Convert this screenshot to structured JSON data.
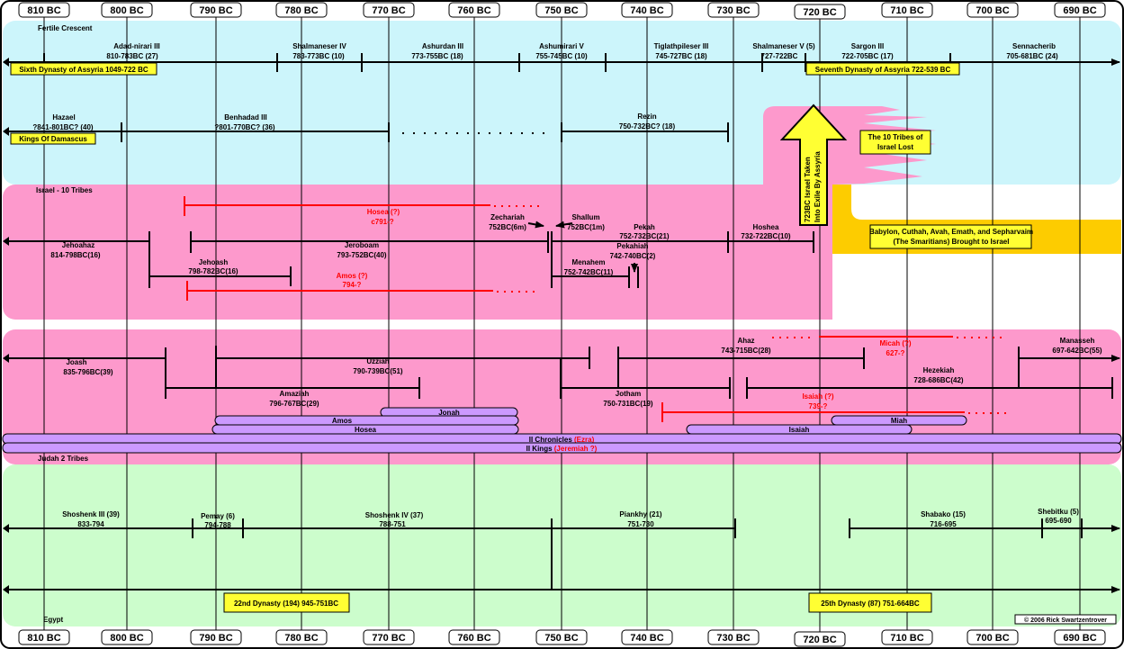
{
  "title": "",
  "years": [
    "810 BC",
    "800 BC",
    "790 BC",
    "780 BC",
    "770 BC",
    "760 BC",
    "750 BC",
    "740 BC",
    "730 BC",
    "720 BC",
    "710 BC",
    "700 BC",
    "690 BC"
  ],
  "colors": {
    "cyan": "#ccf5fb",
    "pink": "#fd99cc",
    "green": "#ccfdcc",
    "orange": "#fdcc00",
    "purple": "#cc99ff",
    "red": "#ff0000",
    "yellow": "#ffff33"
  },
  "regions": {
    "fertile": "Fertile Crescent",
    "israel": "Israel - 10 Tribes",
    "judah": "Judah 2 Tribes",
    "egypt": "Egypt"
  },
  "assyria": {
    "kings": [
      {
        "name": "Adad-nirari III",
        "dates": "810-783BC (27)"
      },
      {
        "name": "Shalmaneser IV",
        "dates": "783-773BC (10)"
      },
      {
        "name": "Ashurdan III",
        "dates": "773-755BC (18)"
      },
      {
        "name": "Ashumirari V",
        "dates": "755-745BC (10)"
      },
      {
        "name": "Tiglathpileser III",
        "dates": "745-727BC (18)"
      },
      {
        "name": "Shalmaneser V (5)",
        "dates": "727-722BC"
      },
      {
        "name": "Sargon III",
        "dates": "722-705BC (17)"
      },
      {
        "name": "Sennacherib",
        "dates": "705-681BC (24)"
      }
    ],
    "dynasty6": "Sixth Dynasty of  Assyria 1049-722 BC",
    "dynasty7": "Seventh Dynasty of  Assyria 722-539 BC"
  },
  "damascus": {
    "kings": [
      {
        "name": "Hazael",
        "dates": "?841-801BC? (40)"
      },
      {
        "name": "Benhadad III",
        "dates": "?801-770BC? (36)"
      },
      {
        "name": "Rezin",
        "dates": "750-732BC? (18)"
      }
    ],
    "label": "Kings Of Damascus"
  },
  "exile": {
    "arrow_text_1": "723BC Israel Taken",
    "arrow_text_2": "Into Exile By Assyria",
    "lost_1": "The 10 Tribes of",
    "lost_2": "Israel Lost",
    "brought_1": "Babylon, Cuthah, Avah, Emath, and Sepharvaim",
    "brought_2": "(The Smaritians) Brought to Israel"
  },
  "israel": {
    "kings": [
      {
        "name": "Jehoahaz",
        "dates": "814-798BC(16)"
      },
      {
        "name": "Jehoash",
        "dates": "798-782BC(16)"
      },
      {
        "name": "Jeroboam",
        "dates": "793-752BC(40)"
      },
      {
        "name": "Zechariah",
        "dates": "752BC(6m)"
      },
      {
        "name": "Shallum",
        "dates": "752BC(1m)"
      },
      {
        "name": "Pekah",
        "dates": "752-732BC(21)"
      },
      {
        "name": "Menahem",
        "dates": "752-742BC(11)"
      },
      {
        "name": "Pekahiah",
        "dates": "742-740BC(2)"
      },
      {
        "name": "Hoshea",
        "dates": "732-722BC(10)"
      }
    ],
    "prophets": [
      {
        "name": "Hosea (?)",
        "dates": "c791-?"
      },
      {
        "name": "Amos (?)",
        "dates": "794-?"
      }
    ]
  },
  "judah": {
    "kings": [
      {
        "name": "Joash",
        "dates": "835-796BC(39)"
      },
      {
        "name": "Uzziah",
        "dates": "790-739BC(51)"
      },
      {
        "name": "Amaziah",
        "dates": "796-767BC(29)"
      },
      {
        "name": "Ahaz",
        "dates": "743-715BC(28)"
      },
      {
        "name": "Jotham",
        "dates": "750-731BC(19)"
      },
      {
        "name": "Hezekiah",
        "dates": "728-686BC(42)"
      },
      {
        "name": "Manasseh",
        "dates": "697-642BC(55)"
      }
    ],
    "prophets": [
      {
        "name": "Micah (?)",
        "dates": "627-?"
      },
      {
        "name": "Isaiah (?)",
        "dates": "739-?"
      }
    ],
    "books": [
      "Jonah",
      "Amos",
      "Hosea",
      "Isaiah",
      "Miah"
    ],
    "chronicles": {
      "label": "II Chronicles",
      "author": "(Ezra)"
    },
    "kings_book": {
      "label": "II Kings",
      "author": "(Jeremiah ?)"
    }
  },
  "egypt": {
    "kings": [
      {
        "name": "Shoshenk III (39)",
        "dates": "833-794"
      },
      {
        "name": "Pemay (6)",
        "dates": "794-788"
      },
      {
        "name": "Shoshenk IV (37)",
        "dates": "788-751"
      },
      {
        "name": "Piankhy (21)",
        "dates": "751-730"
      },
      {
        "name": "Shabako (15)",
        "dates": "716-695"
      },
      {
        "name": "Shebitku (5)",
        "dates": "695-690"
      }
    ],
    "dynasty22": "22nd Dynasty (194) 945-751BC",
    "dynasty25": "25th Dynasty (87) 751-664BC"
  },
  "copyright": "© 2006 Rick Swartzentrover"
}
